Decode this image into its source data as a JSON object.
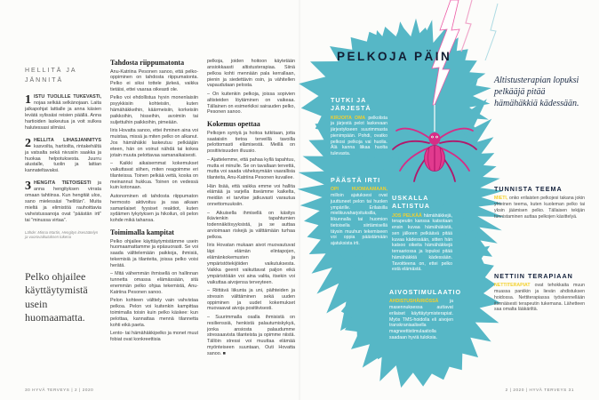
{
  "colors": {
    "teal": "#56b7c6",
    "yellow": "#f3d02c",
    "pink": "#e13a8e",
    "navy": "#14223c"
  },
  "footer": {
    "left": "30  HYVÄ TERVEYS | 2 | 2020",
    "right": "2 | 2020 | HYVÄ TERVEYS  31"
  },
  "left_page": {
    "sidebar": {
      "heading": "HELLITÄ JA JÄNNITÄ",
      "steps": [
        {
          "num": "1",
          "lead": "ISTU TUOLILLE TUKEVASTI,",
          "text": "nojaa selkää selkänojaan. Laita jalkapohjat lattialle ja anna käsien levätä sylissäsi reisien päällä. Anna hartioiden laskeutua ja voit sulkea halutessasi silmäsi."
        },
        {
          "num": "2",
          "lead": "HELLITÄ LIHASJÄNNITYS",
          "text": "kasvoilta, hartioilta, rintakehältä ja vatsalta sekä nivusiin saakka ja huokaa helpotuksesta. Juurru alustalle, tuolin ja lattian kannateltavaksi."
        },
        {
          "num": "3",
          "lead": "HENGITÄ TIETOISESTI",
          "text": "ja anna hengityksen virrata omaan tahtiinsa. Kun hengität ulos, sano mielessäsi ”hellitän”. Muita mieltä ja elimistöä rauhoittavia vahvistussanoja ovat ”päästän irti” tai ”minussa virtaa”."
        }
      ],
      "source": "Lähde: Minna Martin, Hengitys itsesäätelyn ja vuorovaikutuksen tukena",
      "pull_quote": "Pelko ohjailee käyttäytymistä usein huomaamatta."
    },
    "article": {
      "col2": [
        {
          "s": "Tahdosta riippumatonta"
        },
        {
          "s": "Anu-Katriina Pesonen sanoo, että pelko-oppiminen on tahdosta riippumatonta. Pelko ei siksi tottele järkeä, vaikka tietäisi, ettei vaaraa oikeasti ole."
        },
        {
          "s": "Pelko voi ehdollistua hyvin monenlaisiin psyykkisiin kohteisiin, kuten hämähäkkeihin, käärmeisiin, korkeisiin paikkoihin, hisseihin, avoimiin tai suljettuihin paikkoihin, pimeään."
        },
        {
          "s": "Iiris Hovatta sanoo, ettei ihminen aina voi muistaa, missä ja miten pelko on alkanut. Jos hämähäkki laskeutuu pelkääjän eteen, hän on voinut nähdä tai kokea jotain muuta pelottavaa samanaikaisesti."
        },
        {
          "s": "– Kaikki aikaisemmat kokemukset vaikuttavat siihen, miten reagoimme eri tilanteissa. Toinen pelkää vettä, koska on meinannut hukkua. Toinen on vedessä kuin kotonaan."
        },
        {
          "s": "Autonominen eli tahdosta riippumaton hermosto aktivoituu ja saa aikaan samanlaiset fyysiset reaktiot, kuten sydämen tykytyksen ja hikoilun, oli pelon kohde mikä tahansa."
        },
        {
          "s": "Toimimalla kampitat"
        },
        {
          "s": "Pelko ohjailee käyttäytymistämme usein huomaamattamme ja epäsuorasti. Se voi saada välttelemään paikkoja, ihmisiä, tekemisiä ja tilanteita, joissa pelko voisi herätä."
        },
        {
          "s": "– Mitä vähemmän ihmisellä on hallinnan tunnetta omassa elämässään, sitä enemmän pelko ohjaa tekemistä, Anu-Katriina Pesonen sanoo."
        },
        {
          "s": "Pelon kohteen välttely vain vahvistaa pelkoa. Pelon voi kuitenkin kampittaa toimimalla toisin kuin pelko käskee: kun pelottaa, kannattaa mennä tilannetta kohti eikä paeta."
        },
        {
          "s": "Lento- tai hämähäkkipelko ja monet muut fobiat ovat konkreettisia"
        }
      ],
      "col3": [
        {
          "s": "pelkoja, joiden hoitoon käytetään ansiokkaasti altistusterapiaa. Siinä pelkoa kohti mennään pala kerrallaan, pienin ja siedettävin osin, ja vähitellen vapaudutaan pelosta."
        },
        {
          "s": "– On kuitenkin pelkoja, joissa sopivien altisteiden löytäminen on vaikeaa. Tällainen on esimerkiksi sairauden pelko, Pesonen sanoo."
        },
        {
          "s": "Kokemus opettaa"
        },
        {
          "s": "Pelkojen syntyä ja hoitoa tutkitaan, jotta saataisiin tietoa terveillä tavoilla pelottomasti elämisestä. Meillä on positiivisuuden illuusio."
        },
        {
          "s": "– Ajattelemme, että pahaa kyllä tapahtuu, mutta ei minulle. Se on tavallaan tervettä, mutta voi saada väheksymään vaarallisia tilanteita, Anu-Katriina Pesonen kuvailee."
        },
        {
          "s": "Hän lisää, että vaikka emme voi hallita elämää ja varjella itseämme kaikelta, meidän ei tarvitse jatkuvasti varautua onnettomuuksiin."
        },
        {
          "s": "– Aikuisella ihmisellä on käsitys ikävienkin tapahtumien todennäköisyyksistä, ja se auttaa arvioimaan riskejä ja välttämään turhaa pelkoa."
        },
        {
          "s": "Iiris Hovatan mukaan aivot muovautuvat läpi elämän elintapojen, elämänkokemusten ja ympäristötekijöiden vaikutuksesta. Vaikka geenit vaikuttavat paljon eikä ympäristöään voi aina valita, itsekin voi vaikuttaa aivojensa terveyteen."
        },
        {
          "s": "– Riittävä liikunta ja uni, päihteiden ja stressin välttäminen sekä uuden oppiminen ja uudet kokemukset muovaavat aivoja positiivisesti."
        },
        {
          "s": "– Suurimmalla osalla ihmisistä on resilienssiä, henkistä palautumiskykyä, jonka ansiosta palaudumme stressaavista tilanteista ja opimme niistä. Tällöin stressi voi muuttaa elämää myönteiseen suuntaan, Outi Hovatta sanoo. ■"
        }
      ]
    }
  },
  "right_page": {
    "title": "PELKOJA PÄIN",
    "quote": "Altistusterapian lopuksi pelkääjä pitää hämähäkkiä kädessään.",
    "sections": [
      {
        "heading": "TUTKI JA JÄRJESTÄ",
        "lead": "KIRJOITA OMA",
        "body": "pelkolista ja järjestä pelot laskevaan järjestykseen suurimmasta pienimpään. Pohdi, ovatko pelkosi pelkoja vai huolia. Älä kanna liikaa huolta tulevasta."
      },
      {
        "heading": "PÄÄSTÄ IRTI",
        "lead": "OPI HUOMAAMAAN,",
        "body": "milloin ajatuksesi ovat juuttuneet pelon tai huolen ympärille. Erilaisilla mielikuvaharjoituksilla, liikunnalla tai huomion tietoisella siirtämisellä täysin muuhun tekemiseen voi oppia päästämään ajatuksista irti."
      },
      {
        "heading": "USKALLA ALTISTUA",
        "lead": "JOS PELKÄÄ",
        "body": "hämähäkkejä, terapeutin kanssa katsotaan ensin kuvaa hämähäkistä, sen jälkeen pelkäävä pitää kuvaa kädessään, sitten hän katsoo oikeita hämähäkkejä terraariossa ja lopuksi pitää hämähäkkiä kädessään. Tavoitteena on, ettei pelko estä elämästä."
      },
      {
        "heading": "AIVOSTIMULAATIO",
        "lead": "AHDISTUSHÄIRIÖSSÄ",
        "body": "ja masennuksessa auttavat erilaiset käyttäytymisterapiat. Myös TMS-hoidolla eli aivojen transkraniaalisella magneettistimulaatiolla saadaan hyviä tuloksia."
      },
      {
        "heading": "TUNNISTA TEEMA",
        "lead": "MIETI,",
        "body": "onko erilaisten pelkojesi takana jokin yhteinen teema, kuten kuoleman pelko tai yksin jäämisen pelko. Tällaisen tekijän tunnistaminen auttaa pelkojen käsittelyä."
      },
      {
        "heading": "NETTIIN TERAPIAAN",
        "lead": "NETTITERAPIAT",
        "body": "ovat tehokkaita muun muassa paniikin ja lievän ahdistuksen hoidossa. Nettiterapiassa työskennellään itsenäisesti terapeutin tukemana. Lähetteen saa omalta lääkäriltä."
      }
    ]
  }
}
